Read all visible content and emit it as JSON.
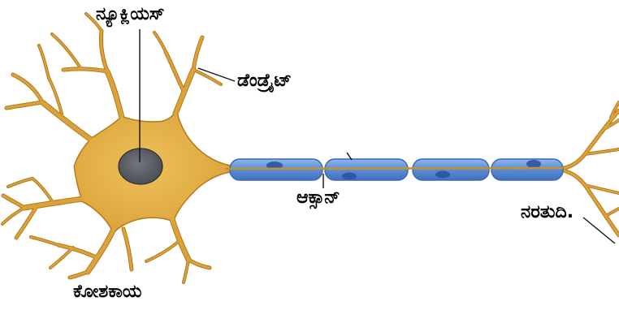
{
  "labels": {
    "nucleus": "ನ್ಯೂಕ್ಲಿಯಸ್",
    "dendrite": "ಡೆಂಡ್ರೈಟ್",
    "axon": "ಆಕ್ಸಾನ್",
    "nerve_ending": "ನರತುದಿ.",
    "cell_body": "ಕೋಶಕಾಯ"
  },
  "colors": {
    "cell_body": "#DCA23A",
    "cell_outline": "#B27A1C",
    "myelin": "#5E90D8",
    "myelin_outline": "#3B67B0",
    "schwann_nucleus": "#2E52A4",
    "nucleus": "#4A4E54"
  }
}
